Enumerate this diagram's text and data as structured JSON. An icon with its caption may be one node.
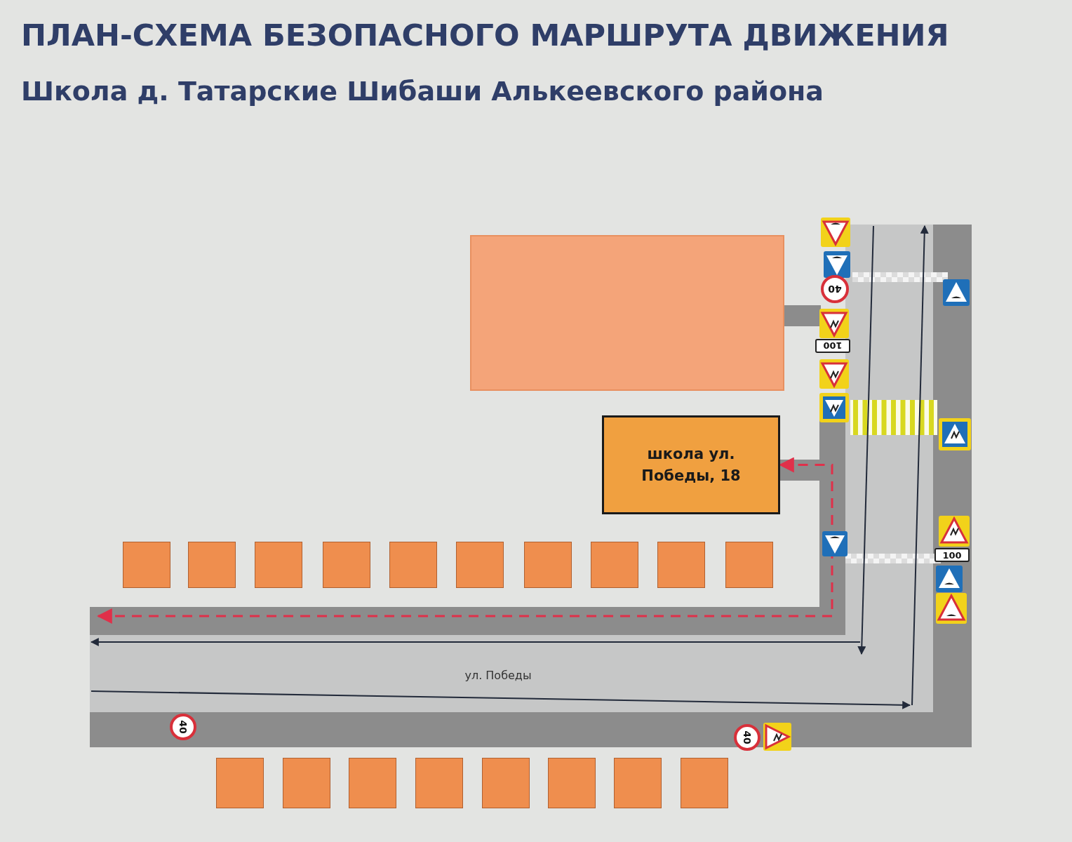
{
  "diagram": {
    "title": "ПЛАН-СХЕМА БЕЗОПАСНОГО МАРШРУТА ДВИЖЕНИЯ",
    "nodes": [
      {
        "text": [],
        "shape": "box"
      },
      {
        "text": [
          "школа ул. Победы, 18"
        ]
      },
      {
        "text": [],
        "shape": "box"
      },
      {
        "text": [],
        "shape": "box"
      },
      {
        "text": [],
        "shape": "box"
      },
      {
        "text": [],
        "shape": "box"
      },
      {
        "text": [],
        "shape": "box"
      },
      {
        "text": [],
        "shape": "box"
      },
      {
        "text": [],
        "shape": "box"
      },
      {
        "text": [],
        "shape": "box"
      },
      {
        "text": [],
        "shape": "box"
      },
      {
        "text": [],
        "shape": "box"
      },
      {
        "text": [],
        "shape": "box"
      },
      {
        "text": [],
        "shape": "box"
      },
      {
        "text": [],
        "shape": "box"
      },
      {
        "text": [],
        "shape": "box"
      },
      {
        "text": [],
        "shape": "box"
      },
      {
        "text": [],
        "shape": "box"
      },
      {
        "text": [],
        "shape": "box"
      },
      {
        "text": [],
        "shape": "box"
      }
    ],
    "edges": [
      {
        "from": null,
        "to": 1,
        "arrow": "both",
        "style": "dashed",
        "color": "#e0304a"
      }
    ],
    "labels": [
      "Школа д. Татарские Шибаши Алькеевского района",
      "40",
      "100",
      "100",
      "ул. Победы",
      "40",
      "40"
    ]
  }
}
